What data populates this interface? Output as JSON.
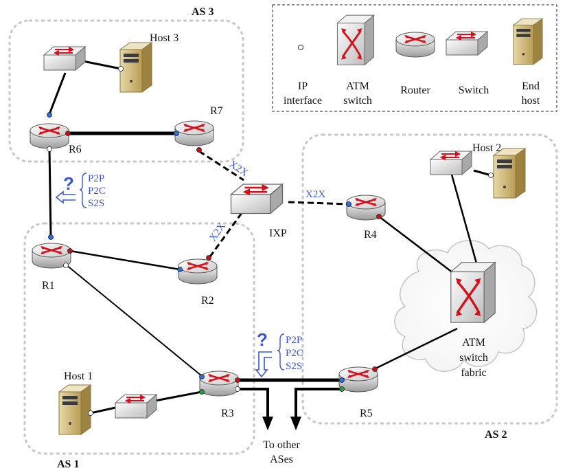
{
  "legend": {
    "items": [
      {
        "icon": "ip-interface-icon",
        "label_lines": [
          "IP",
          "interface"
        ]
      },
      {
        "icon": "atm-switch-icon",
        "label_lines": [
          "ATM",
          "switch"
        ]
      },
      {
        "icon": "router-icon",
        "label_lines": [
          "Router"
        ]
      },
      {
        "icon": "switch-icon",
        "label_lines": [
          "Switch"
        ]
      },
      {
        "icon": "end-host-icon",
        "label_lines": [
          "End",
          "host"
        ]
      }
    ]
  },
  "as_labels": {
    "as1": "AS 1",
    "as2": "AS 2",
    "as3": "AS 3"
  },
  "routers": {
    "r1": "R1",
    "r2": "R2",
    "r3": "R3",
    "r4": "R4",
    "r5": "R5",
    "r6": "R6",
    "r7": "R7"
  },
  "hosts": {
    "host1": "Host 1",
    "host2": "Host 2",
    "host3": "Host 3"
  },
  "ixp": "IXP",
  "link_labels": {
    "x2x": "X2X"
  },
  "relationship_options": [
    "P2P",
    "P2C",
    "S2S"
  ],
  "question_mark": "?",
  "atm_fabric_lines": [
    "ATM",
    "switch",
    "fabric"
  ],
  "other_ases_lines": [
    "To other",
    "ASes"
  ],
  "colors": {
    "link": "#000000",
    "region_border": "#c8c8c8",
    "relationship_text": "#3a55d6",
    "iface_red": "#c0141a",
    "iface_blue": "#2f6fd6",
    "iface_green": "#2f9a3a",
    "iface_white": "#ffffff"
  }
}
